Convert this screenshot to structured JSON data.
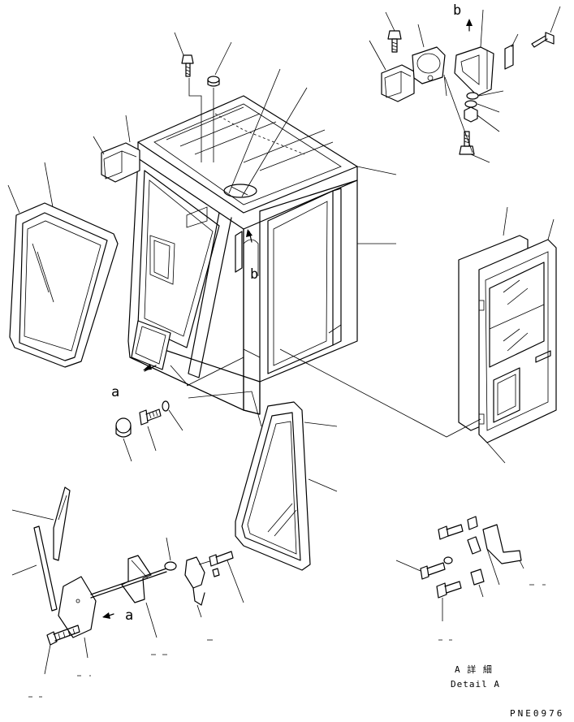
{
  "callouts": {
    "a_top": "a",
    "a_bottom": "a",
    "b_top": "b",
    "b_mid": "b"
  },
  "detail": {
    "label_jp": "A 詳 細",
    "label_en": "Detail A"
  },
  "drawing_code": "PNE0976"
}
